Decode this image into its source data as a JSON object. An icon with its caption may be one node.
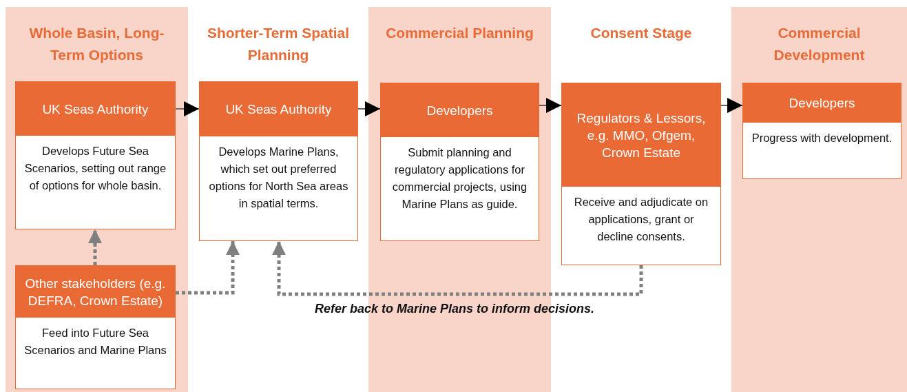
{
  "diagram": {
    "nodes": [
      {
        "text": [
          "Whole Basin, Long-Term Options"
        ]
      },
      {
        "text": [
          "UK Seas Authority",
          "Develops Future Sea Scenarios, setting out range of options for whole basin."
        ],
        "in": 0
      },
      {
        "text": [
          "Other stakeholders (e.g. DEFRA, Crown Estate)",
          "Feed into Future Sea Scenarios and Marine Plans"
        ],
        "in": 0
      },
      {
        "text": [
          "Shorter-Term Spatial Planning"
        ]
      },
      {
        "text": [
          "UK Seas Authority",
          "Develops Marine Plans, which set out preferred options for North Sea areas in spatial terms."
        ],
        "in": 3
      },
      {
        "text": [
          "Commercial Planning"
        ]
      },
      {
        "text": [
          "Developers",
          "Submit planning and regulatory applications for commercial projects, using Marine Plans as guide."
        ],
        "in": 5
      },
      {
        "text": [
          "Consent Stage"
        ]
      },
      {
        "text": [
          "Regulators & Lessors, e.g. MMO, Ofgem, Crown Estate",
          "Receive and adjudicate on applications, grant or decline consents."
        ],
        "in": 7
      },
      {
        "text": [
          "Commercial Development"
        ]
      },
      {
        "text": [
          "Developers",
          "Progress with development."
        ],
        "in": 9
      }
    ],
    "edges": [
      {
        "from": 1,
        "to": 4,
        "arrow": "to"
      },
      {
        "from": 4,
        "to": 6,
        "arrow": "to"
      },
      {
        "from": 6,
        "to": 8,
        "arrow": "to"
      },
      {
        "from": 8,
        "to": 10,
        "arrow": "to"
      },
      {
        "from": 2,
        "to": 1,
        "arrow": "to",
        "style": "dashed",
        "color": "#7f7f7f"
      },
      {
        "from": 2,
        "to": 4,
        "arrow": "to",
        "style": "dashed",
        "color": "#7f7f7f"
      },
      {
        "from": 8,
        "to": 4,
        "arrow": "to",
        "style": "dashed",
        "color": "#7f7f7f",
        "label": "Refer back to Marine Plans to inform decisions."
      }
    ]
  }
}
